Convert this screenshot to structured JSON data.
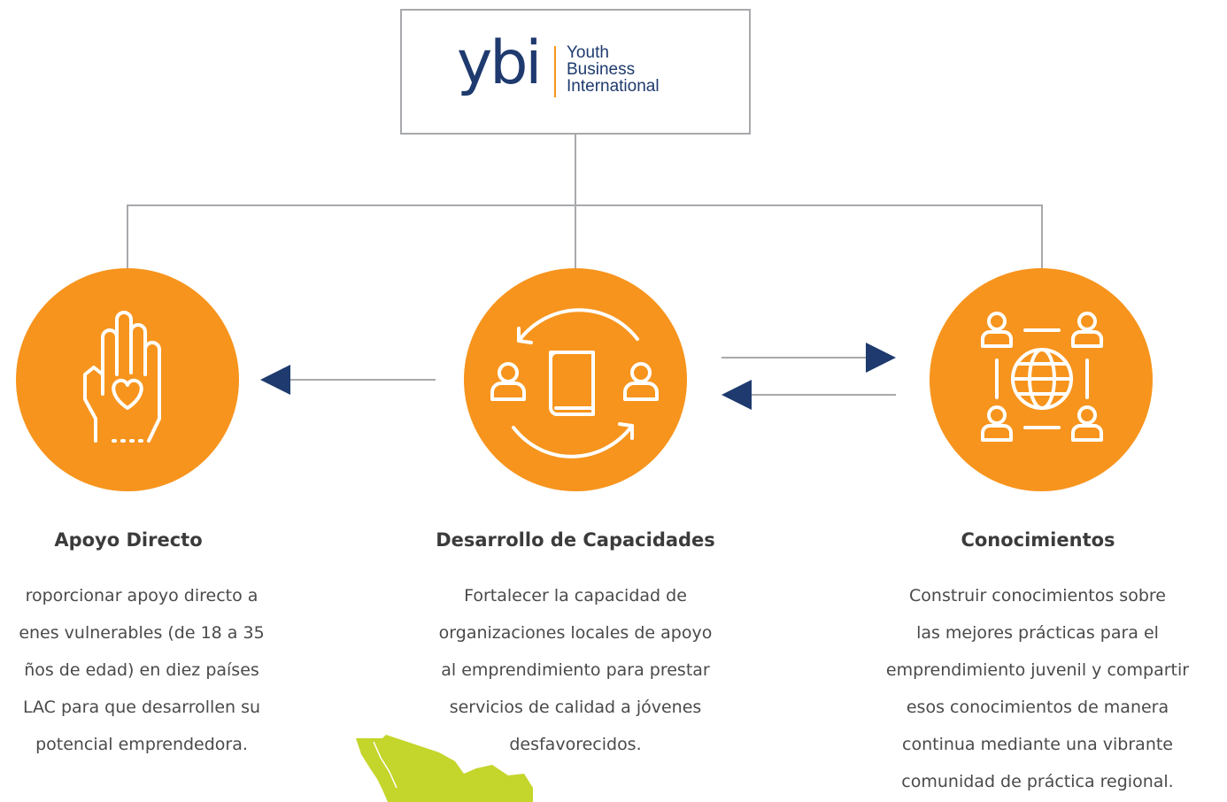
{
  "logo": {
    "mark": "ybi",
    "line1": "Youth",
    "line2": "Business",
    "line3": "International",
    "colors": {
      "mark": "#1e3a6e",
      "separator": "#f7941d"
    }
  },
  "colors": {
    "circle": "#f7941d",
    "connector": "#a7a9ac",
    "arrowhead": "#1e3a6e",
    "map": "#c4d52b"
  },
  "pillars": [
    {
      "icon": "hand-heart-icon",
      "title": "Apoyo Directo",
      "description": "roporcionar apoyo directo a\nenes vulnerables (de 18 a 35\nños de edad) en diez países\nLAC para que desarrollen su\npotencial emprendedora."
    },
    {
      "icon": "book-exchange-icon",
      "title": "Desarrollo de Capacidades",
      "description": "Fortalecer la capacidad de\norganizaciones locales de apoyo\nal emprendimiento para prestar\nservicios de calidad a jóvenes\ndesfavorecidos."
    },
    {
      "icon": "global-network-icon",
      "title": "Conocimientos",
      "description": "Construir conocimientos sobre\nlas mejores prácticas para el\nemprendimiento juvenil y compartir\nesos conocimientos de manera\ncontinua mediante una vibrante\ncomunidad de práctica regional."
    }
  ],
  "decoration": {
    "map_icon": "mexico-map-icon"
  }
}
